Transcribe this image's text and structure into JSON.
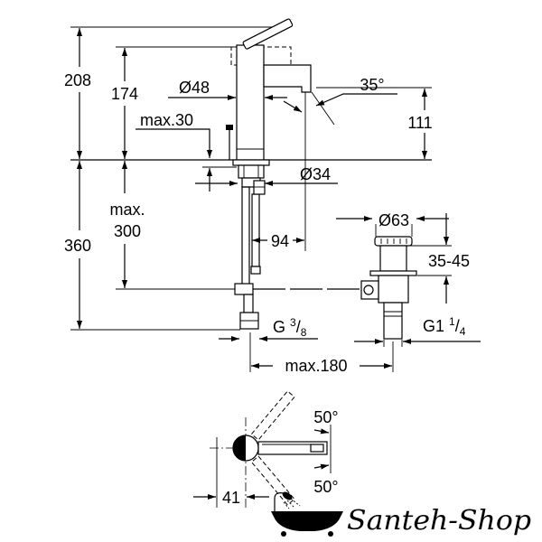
{
  "elevation": {
    "overall_height": "208",
    "spout_height": "174",
    "body_diameter": "Ø48",
    "spout_angle": "35°",
    "outlet_height": "111",
    "max_30": "max.30",
    "shank_diameter": "Ø34",
    "max_300_line1": "max.",
    "max_300_line2": "300",
    "overall_depth": "360",
    "rod_offset": "94",
    "waste_diameter": "Ø63",
    "basin_thickness": "35-45",
    "hose_thread": {
      "prefix": "G",
      "numerator": "3",
      "slash": "/",
      "denominator": "8"
    },
    "waste_thread": {
      "prefix": "G1",
      "numerator": "1",
      "slash": "/",
      "denominator": "4"
    },
    "max_180": "max.180"
  },
  "plan": {
    "lever_angle_up": "50°",
    "lever_angle_down": "50°",
    "lever_offset": "41"
  },
  "watermark": {
    "text": "Santeh-Shop",
    "icon": "bathtub-icon"
  },
  "colors": {
    "line": "#000000",
    "background": "#ffffff"
  }
}
